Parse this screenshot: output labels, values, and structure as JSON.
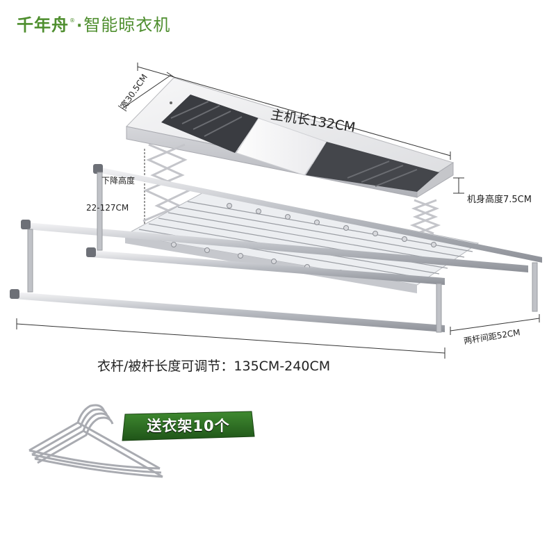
{
  "brand": {
    "name": "千年舟",
    "registered": "®",
    "separator": "·",
    "product": "智能晾衣机",
    "color": "#4e8e2e"
  },
  "dimensions": {
    "main_length": "主机长132CM",
    "width": "宽30.5CM",
    "lowering_label": "下降高度",
    "lowering_range": "22-127CM",
    "body_height": "机身高度7.5CM",
    "rod_spacing": "两杆间距52CM",
    "rod_length": "衣杆/被杆长度可调节：135CM-240CM"
  },
  "promo": {
    "badge_text": "送衣架10个",
    "badge_color": "#2e6b24"
  },
  "icons": [
    "clothes-hanger-stack-icon"
  ]
}
